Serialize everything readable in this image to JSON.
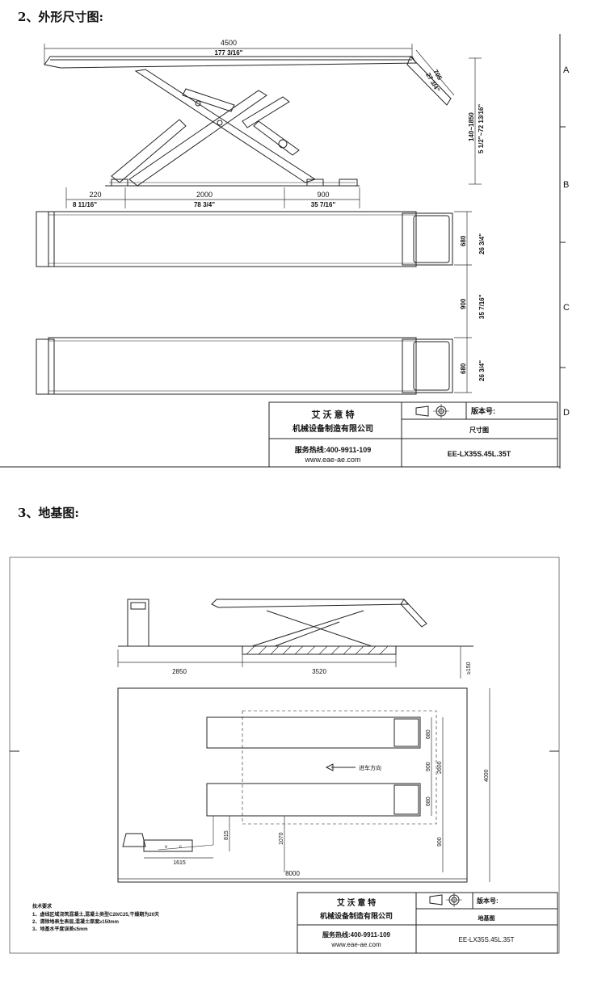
{
  "section2": {
    "heading": "2、外形尺寸图:",
    "dims": {
      "total_length_mm": "4500",
      "total_length_in": "177 3/16\"",
      "ramp_mm": "705",
      "ramp_in": "27 3/4\"",
      "height_mm": "140~1850",
      "height_in": "5 1/2\"~72 13/16\"",
      "left_mm": "220",
      "left_in": "8 11/16\"",
      "mid_mm": "2000",
      "mid_in": "78 3/4\"",
      "right_mm": "900",
      "right_in": "35 7/16\"",
      "platform_w_mm": "680",
      "platform_w_in": "26 3/4\"",
      "gap_mm": "900",
      "gap_in": "35 7/16\"",
      "platform2_w_mm": "680",
      "platform2_w_in": "26 3/4\""
    },
    "side_letters": [
      "A",
      "B",
      "C",
      "D"
    ],
    "titleblock": {
      "company_name": "艾 沃 意 特",
      "company_full": "机械设备制造有限公司",
      "hotline": "服务热线:400-9911-109",
      "website": "www.eae-ae.com",
      "version_label": "版本号:",
      "drawing_name": "尺寸图",
      "model": "EE-LX35S.45L.35T"
    }
  },
  "section3": {
    "heading": "3、地基图:",
    "dims": {
      "left_len": "2850",
      "right_len": "3520",
      "depth": "≥150",
      "pf1_w": "680",
      "between": "900",
      "pf2_w": "680",
      "inner_total": "2600",
      "outer_total": "4000",
      "bottom_gap": "900",
      "d815": "815",
      "d1070": "1070",
      "d1615": "1615",
      "total_width": "8000",
      "arrow_label": "进车方向"
    },
    "notes_title": "技术要求",
    "notes": [
      "1、虚线区域浇筑混凝土,混凝土类型C20/C25,干燥期为20天",
      "2、清除地表生表层,混凝土厚度≥150mm",
      "3、地基水平度误差≤5mm"
    ],
    "titleblock": {
      "company_name": "艾 沃 意 特",
      "company_full": "机械设备制造有限公司",
      "hotline": "服务热线:400-9911-109",
      "website": "www.eae-ae.com",
      "version_label": "版本号:",
      "drawing_name": "地基图",
      "model": "EE-LX35S.45L.35T"
    }
  }
}
